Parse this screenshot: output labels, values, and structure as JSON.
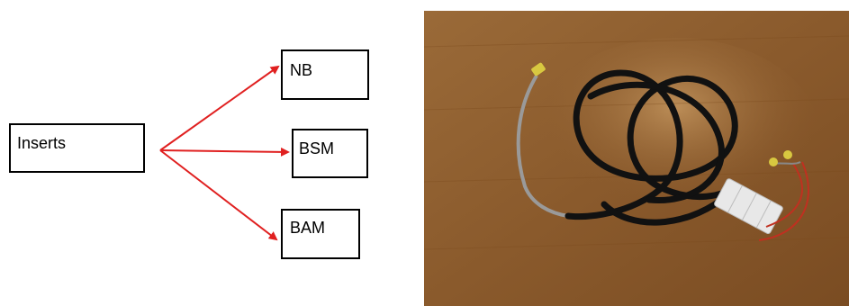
{
  "diagram": {
    "source_label": "Inserts",
    "targets": [
      "NB",
      "BSM",
      "BAM"
    ]
  },
  "colors": {
    "arrow": "#e02020",
    "box_border": "#000000",
    "floor": "#8a5a2c",
    "cable": "#111111"
  },
  "photo": {
    "description_icon": "cable-assembly-photo"
  }
}
